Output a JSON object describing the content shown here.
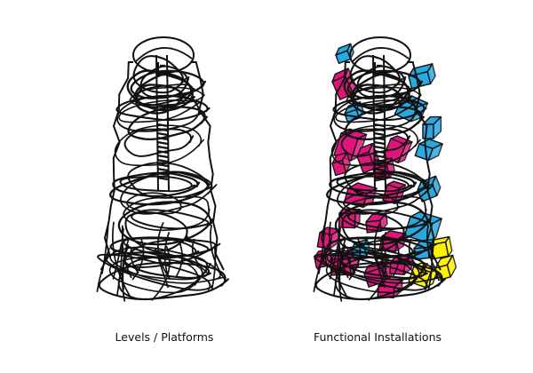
{
  "captions": {
    "left": "Levels / Platforms",
    "right": "Functional Installations"
  },
  "colors": {
    "ink": "#111111",
    "magenta": "#e0157c",
    "cyan": "#27a9e1",
    "yellow": "#fff200",
    "background": "#ffffff"
  },
  "legend": {
    "magenta": "magenta-installation-blocks",
    "cyan": "cyan-installation-blocks",
    "yellow": "yellow-installation-blocks"
  }
}
